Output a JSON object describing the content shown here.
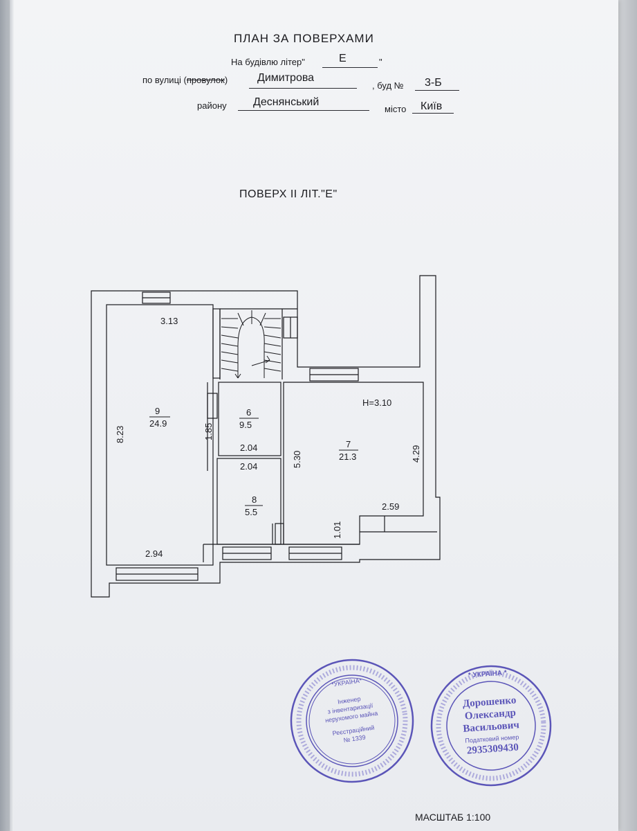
{
  "header": {
    "title": "ПЛАН ЗА ПОВЕРХАМИ",
    "building_label": "На будівлю літер\"",
    "building_value": "Е",
    "building_close": "\"",
    "street_label_prefix": "по вулиці (",
    "street_label_struck": "провулок",
    "street_label_suffix": ")",
    "street_value": "Димитрова",
    "house_label": ", буд №",
    "house_value": "3-Б",
    "district_label": "району",
    "district_value": "Деснянський",
    "city_label": "місто",
    "city_value": "Київ"
  },
  "floor_title": "ПОВЕРХ II ЛІТ.\"Е\"",
  "plan": {
    "height_note": "H=3.10",
    "rooms": [
      {
        "number": "9",
        "area": "24.9"
      },
      {
        "number": "6",
        "area": "9.5"
      },
      {
        "number": "7",
        "area": "21.3"
      },
      {
        "number": "8",
        "area": "5.5"
      }
    ],
    "dimensions": {
      "d_313": "3.13",
      "d_823": "8.23",
      "d_294": "2.94",
      "d_185": "1.85",
      "d_204a": "2.04",
      "d_204b": "2.04",
      "d_530": "5.30",
      "d_429": "4.29",
      "d_259": "2.59",
      "d_101": "1.01"
    }
  },
  "stamps": {
    "left": {
      "center_lines": [
        "Інженер",
        "з інвентаризації",
        "нерухомого майна",
        "Реєстраційний",
        "№ 1339"
      ],
      "top": "*УКРАЇНА*"
    },
    "right": {
      "top": "* УКРАЇНА *",
      "lines": [
        "Дорошенко",
        "Олександр",
        "Васильович",
        "Податковий номер",
        "2935309430"
      ]
    }
  },
  "footer": {
    "scale": "МАСШТАБ 1:100"
  },
  "colors": {
    "ink": "#1b1b1f",
    "stamp": "#5b55b8"
  }
}
